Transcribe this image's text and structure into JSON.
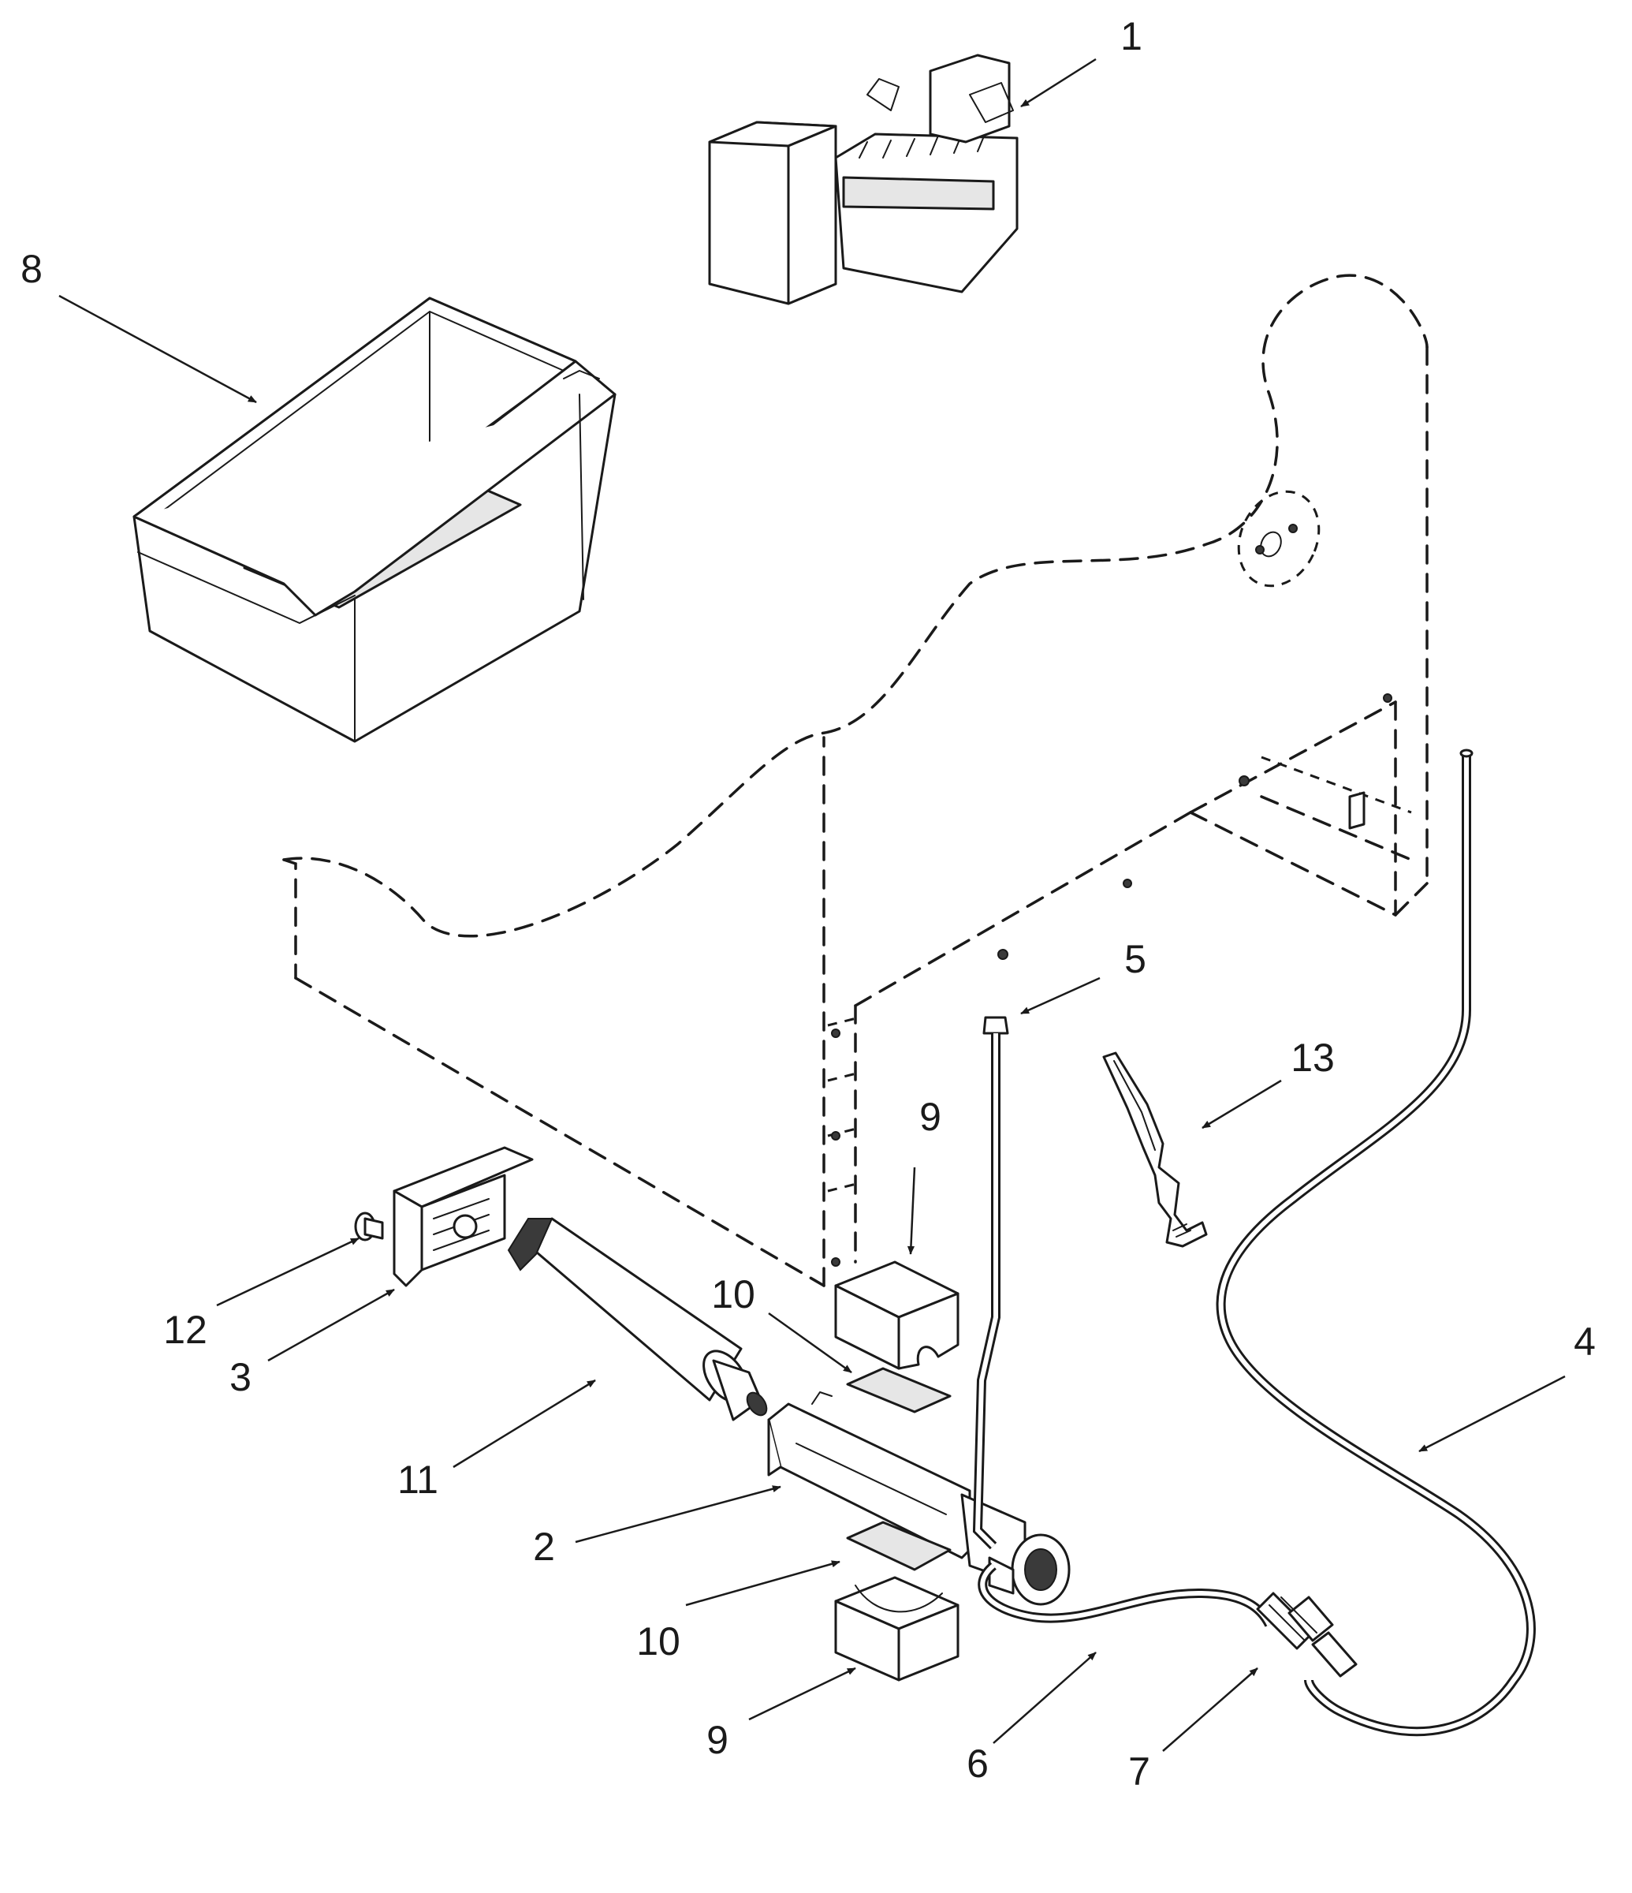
{
  "callouts": {
    "c1": "1",
    "c2": "2",
    "c3": "3",
    "c4": "4",
    "c5": "5",
    "c6": "6",
    "c7": "7",
    "c8": "8",
    "c9a": "9",
    "c9b": "9",
    "c10a": "10",
    "c10b": "10",
    "c11": "11",
    "c12": "12",
    "c13": "13"
  },
  "colors": {
    "line": "#1a1a1a",
    "background": "#ffffff",
    "shade": "#e6e6e6"
  }
}
